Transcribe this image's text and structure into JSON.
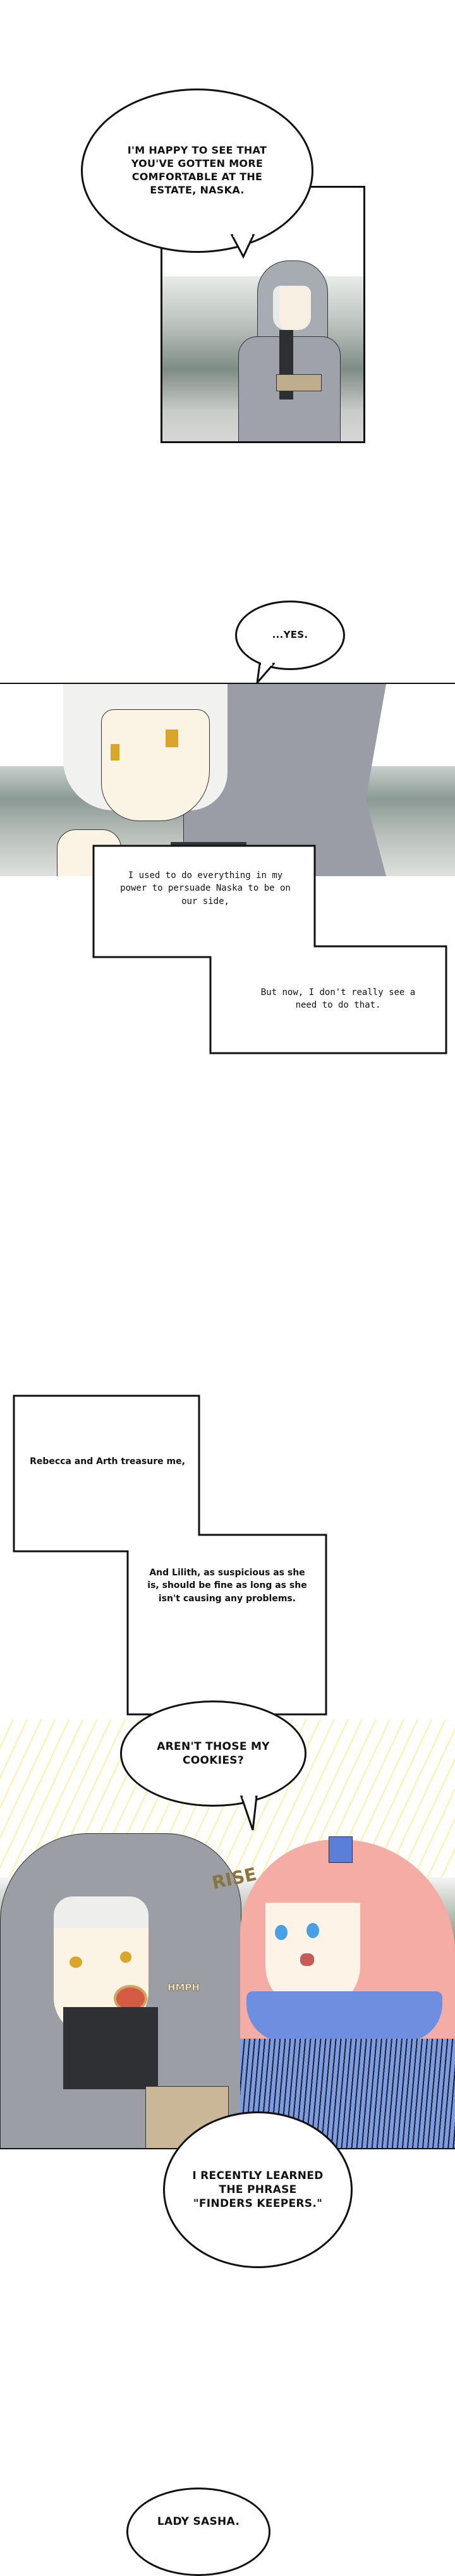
{
  "bubbles": {
    "happy": "I'm happy to see that you've gotten more comfortable at the estate, Naska.",
    "yes": "...Yes.",
    "cookies": "Aren't those my cookies?",
    "finders": "I recently learned the phrase \"Finders Keepers.\"",
    "lady": "Lady Sasha."
  },
  "narration": {
    "persuade": "I used to do everything in my power to persuade Naska to be on our side,",
    "now": "But now, I don't really see a need to do that.",
    "treasure": "Rebecca and Arth treasure me,",
    "lilith": "And Lilith, as suspicious as she is, should be fine as long as she isn't causing any problems."
  },
  "sfx": {
    "rise": "RISE",
    "hmph": "HMPH"
  },
  "colors": {
    "sfx": "#8a7440",
    "cloak": "#9a9ca6",
    "hair_pink": "#f2a5a0",
    "dress_blue": "#6f8fdc"
  }
}
